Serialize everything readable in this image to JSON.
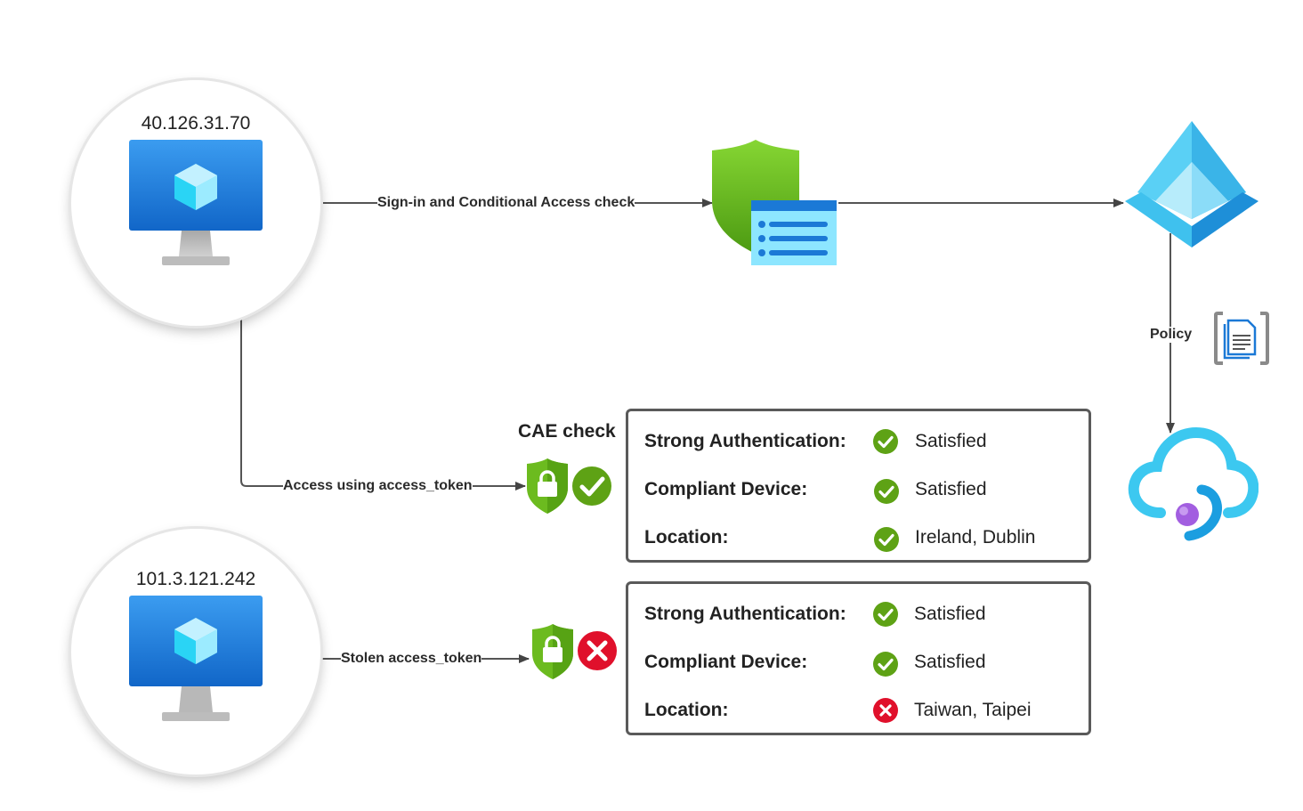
{
  "devices": [
    {
      "ip": "40.126.31.70"
    },
    {
      "ip": "101.3.121.242"
    }
  ],
  "edges": {
    "signin": "Sign-in and Conditional Access check",
    "access": "Access using access_token",
    "stolen": "Stolen access_token",
    "policy": "Policy"
  },
  "cae": {
    "title": "CAE check"
  },
  "panels": [
    {
      "rows": [
        {
          "label": "Strong Authentication:",
          "status": "ok",
          "value": "Satisfied"
        },
        {
          "label": "Compliant Device:",
          "status": "ok",
          "value": "Satisfied"
        },
        {
          "label": "Location:",
          "status": "ok",
          "value": "Ireland, Dublin"
        }
      ]
    },
    {
      "rows": [
        {
          "label": "Strong Authentication:",
          "status": "ok",
          "value": "Satisfied"
        },
        {
          "label": "Compliant Device:",
          "status": "ok",
          "value": "Satisfied"
        },
        {
          "label": "Location:",
          "status": "fail",
          "value": "Taiwan, Taipei"
        }
      ]
    }
  ],
  "colors": {
    "ok": "#5ea215",
    "fail": "#e0102b",
    "monitor": "#1a7bd8",
    "shield": "#6cbb1f",
    "azure_ad": "#3cc8f0"
  }
}
